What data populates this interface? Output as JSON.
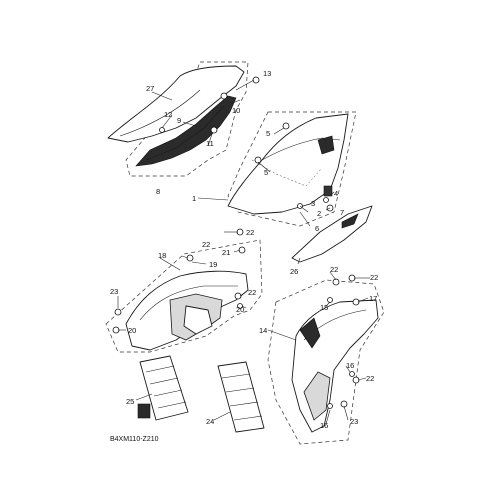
{
  "diagram": {
    "reference_code": "B4XM110-Z210",
    "callouts": [
      {
        "id": "c27",
        "label": "27"
      },
      {
        "id": "c13",
        "label": "13"
      },
      {
        "id": "c10",
        "label": "10"
      },
      {
        "id": "c12",
        "label": "12"
      },
      {
        "id": "c9",
        "label": "9"
      },
      {
        "id": "c11",
        "label": "11"
      },
      {
        "id": "c8",
        "label": "8"
      },
      {
        "id": "c5a",
        "label": "5"
      },
      {
        "id": "c5b",
        "label": "5"
      },
      {
        "id": "c1",
        "label": "1"
      },
      {
        "id": "c4",
        "label": "4"
      },
      {
        "id": "c3",
        "label": "3"
      },
      {
        "id": "c2",
        "label": "2"
      },
      {
        "id": "c7",
        "label": "7"
      },
      {
        "id": "c6",
        "label": "6"
      },
      {
        "id": "c26",
        "label": "26"
      },
      {
        "id": "c22a",
        "label": "22"
      },
      {
        "id": "c22b",
        "label": "22"
      },
      {
        "id": "c18",
        "label": "18"
      },
      {
        "id": "c19",
        "label": "19"
      },
      {
        "id": "c21",
        "label": "21"
      },
      {
        "id": "c22c",
        "label": "22"
      },
      {
        "id": "c20a",
        "label": "20"
      },
      {
        "id": "c23a",
        "label": "23"
      },
      {
        "id": "c20b",
        "label": "20"
      },
      {
        "id": "c22d",
        "label": "22"
      },
      {
        "id": "c22e",
        "label": "22"
      },
      {
        "id": "c15",
        "label": "15"
      },
      {
        "id": "c17",
        "label": "17"
      },
      {
        "id": "c14",
        "label": "14"
      },
      {
        "id": "c16a",
        "label": "16"
      },
      {
        "id": "c22f",
        "label": "22"
      },
      {
        "id": "c23b",
        "label": "23"
      },
      {
        "id": "c16b",
        "label": "16"
      },
      {
        "id": "c25",
        "label": "25"
      },
      {
        "id": "c24",
        "label": "24"
      }
    ]
  }
}
